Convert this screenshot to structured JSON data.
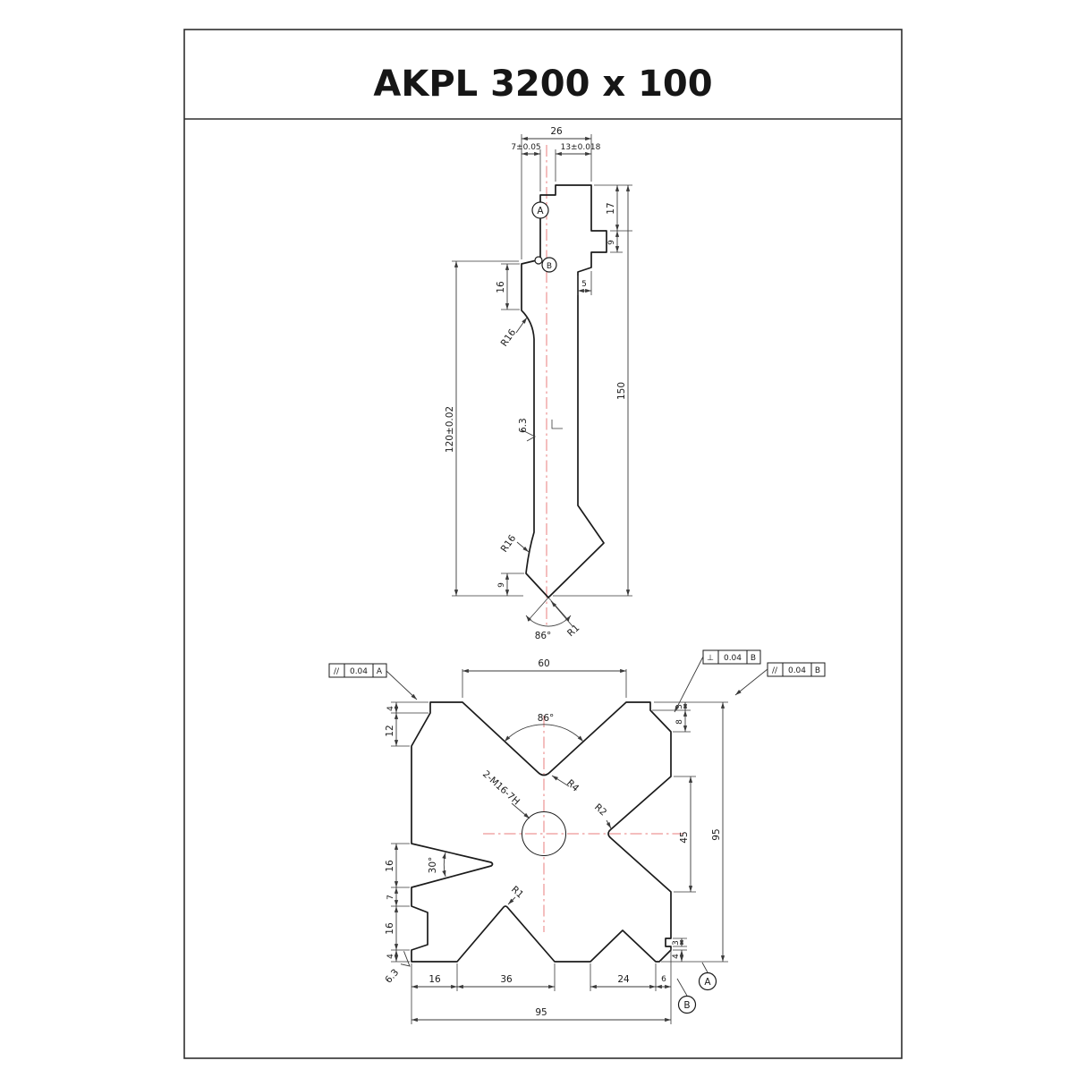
{
  "page": {
    "title": "AKPL 3200 x 100"
  },
  "punch_view": {
    "dims": {
      "top_width": "26",
      "tang_offset": "7±0.05",
      "tang_width": "13±0.018",
      "shoulder_height": "17",
      "groove_height": "9",
      "overall_height": "150",
      "face_height": "16",
      "radius_upper": "R16",
      "working_height": "120±0.02",
      "roughness": "6.3",
      "radius_lower": "R16",
      "tip_flank_height": "9",
      "step_width": "5",
      "tip_angle": "86°",
      "tip_radius": "R1"
    },
    "datum_a": "A",
    "datum_b": "B"
  },
  "die_view": {
    "dims": {
      "vee_width": "60",
      "vee_angle": "86°",
      "vee_radius": "R4",
      "thread_callout": "2-M16-7H",
      "side_vee_radius": "R2",
      "side_vee_mouth": "45",
      "overall_height": "95",
      "top_right_step": "3",
      "top_right_depth": "8",
      "top_left_step": "4",
      "top_left_depth": "12",
      "left_vee_angle": "30°",
      "left_seg_upper": "16",
      "left_land": "7",
      "left_seg_lower": "16",
      "left_seg_bottom": "4",
      "bottom_radius": "R1",
      "bottom_seg1": "16",
      "bottom_seg2": "36",
      "bottom_seg3": "24",
      "bottom_seg4": "6",
      "overall_width": "95",
      "corner_step": "3",
      "corner_height": "4",
      "roughness": "6.3"
    },
    "fcf": [
      {
        "symbol": "//",
        "tolerance": "0.04",
        "datum": "A"
      },
      {
        "symbol": "⊥",
        "tolerance": "0.04",
        "datum": "B"
      },
      {
        "symbol": "//",
        "tolerance": "0.04",
        "datum": "B"
      }
    ],
    "datum_a": "A",
    "datum_b": "B"
  }
}
